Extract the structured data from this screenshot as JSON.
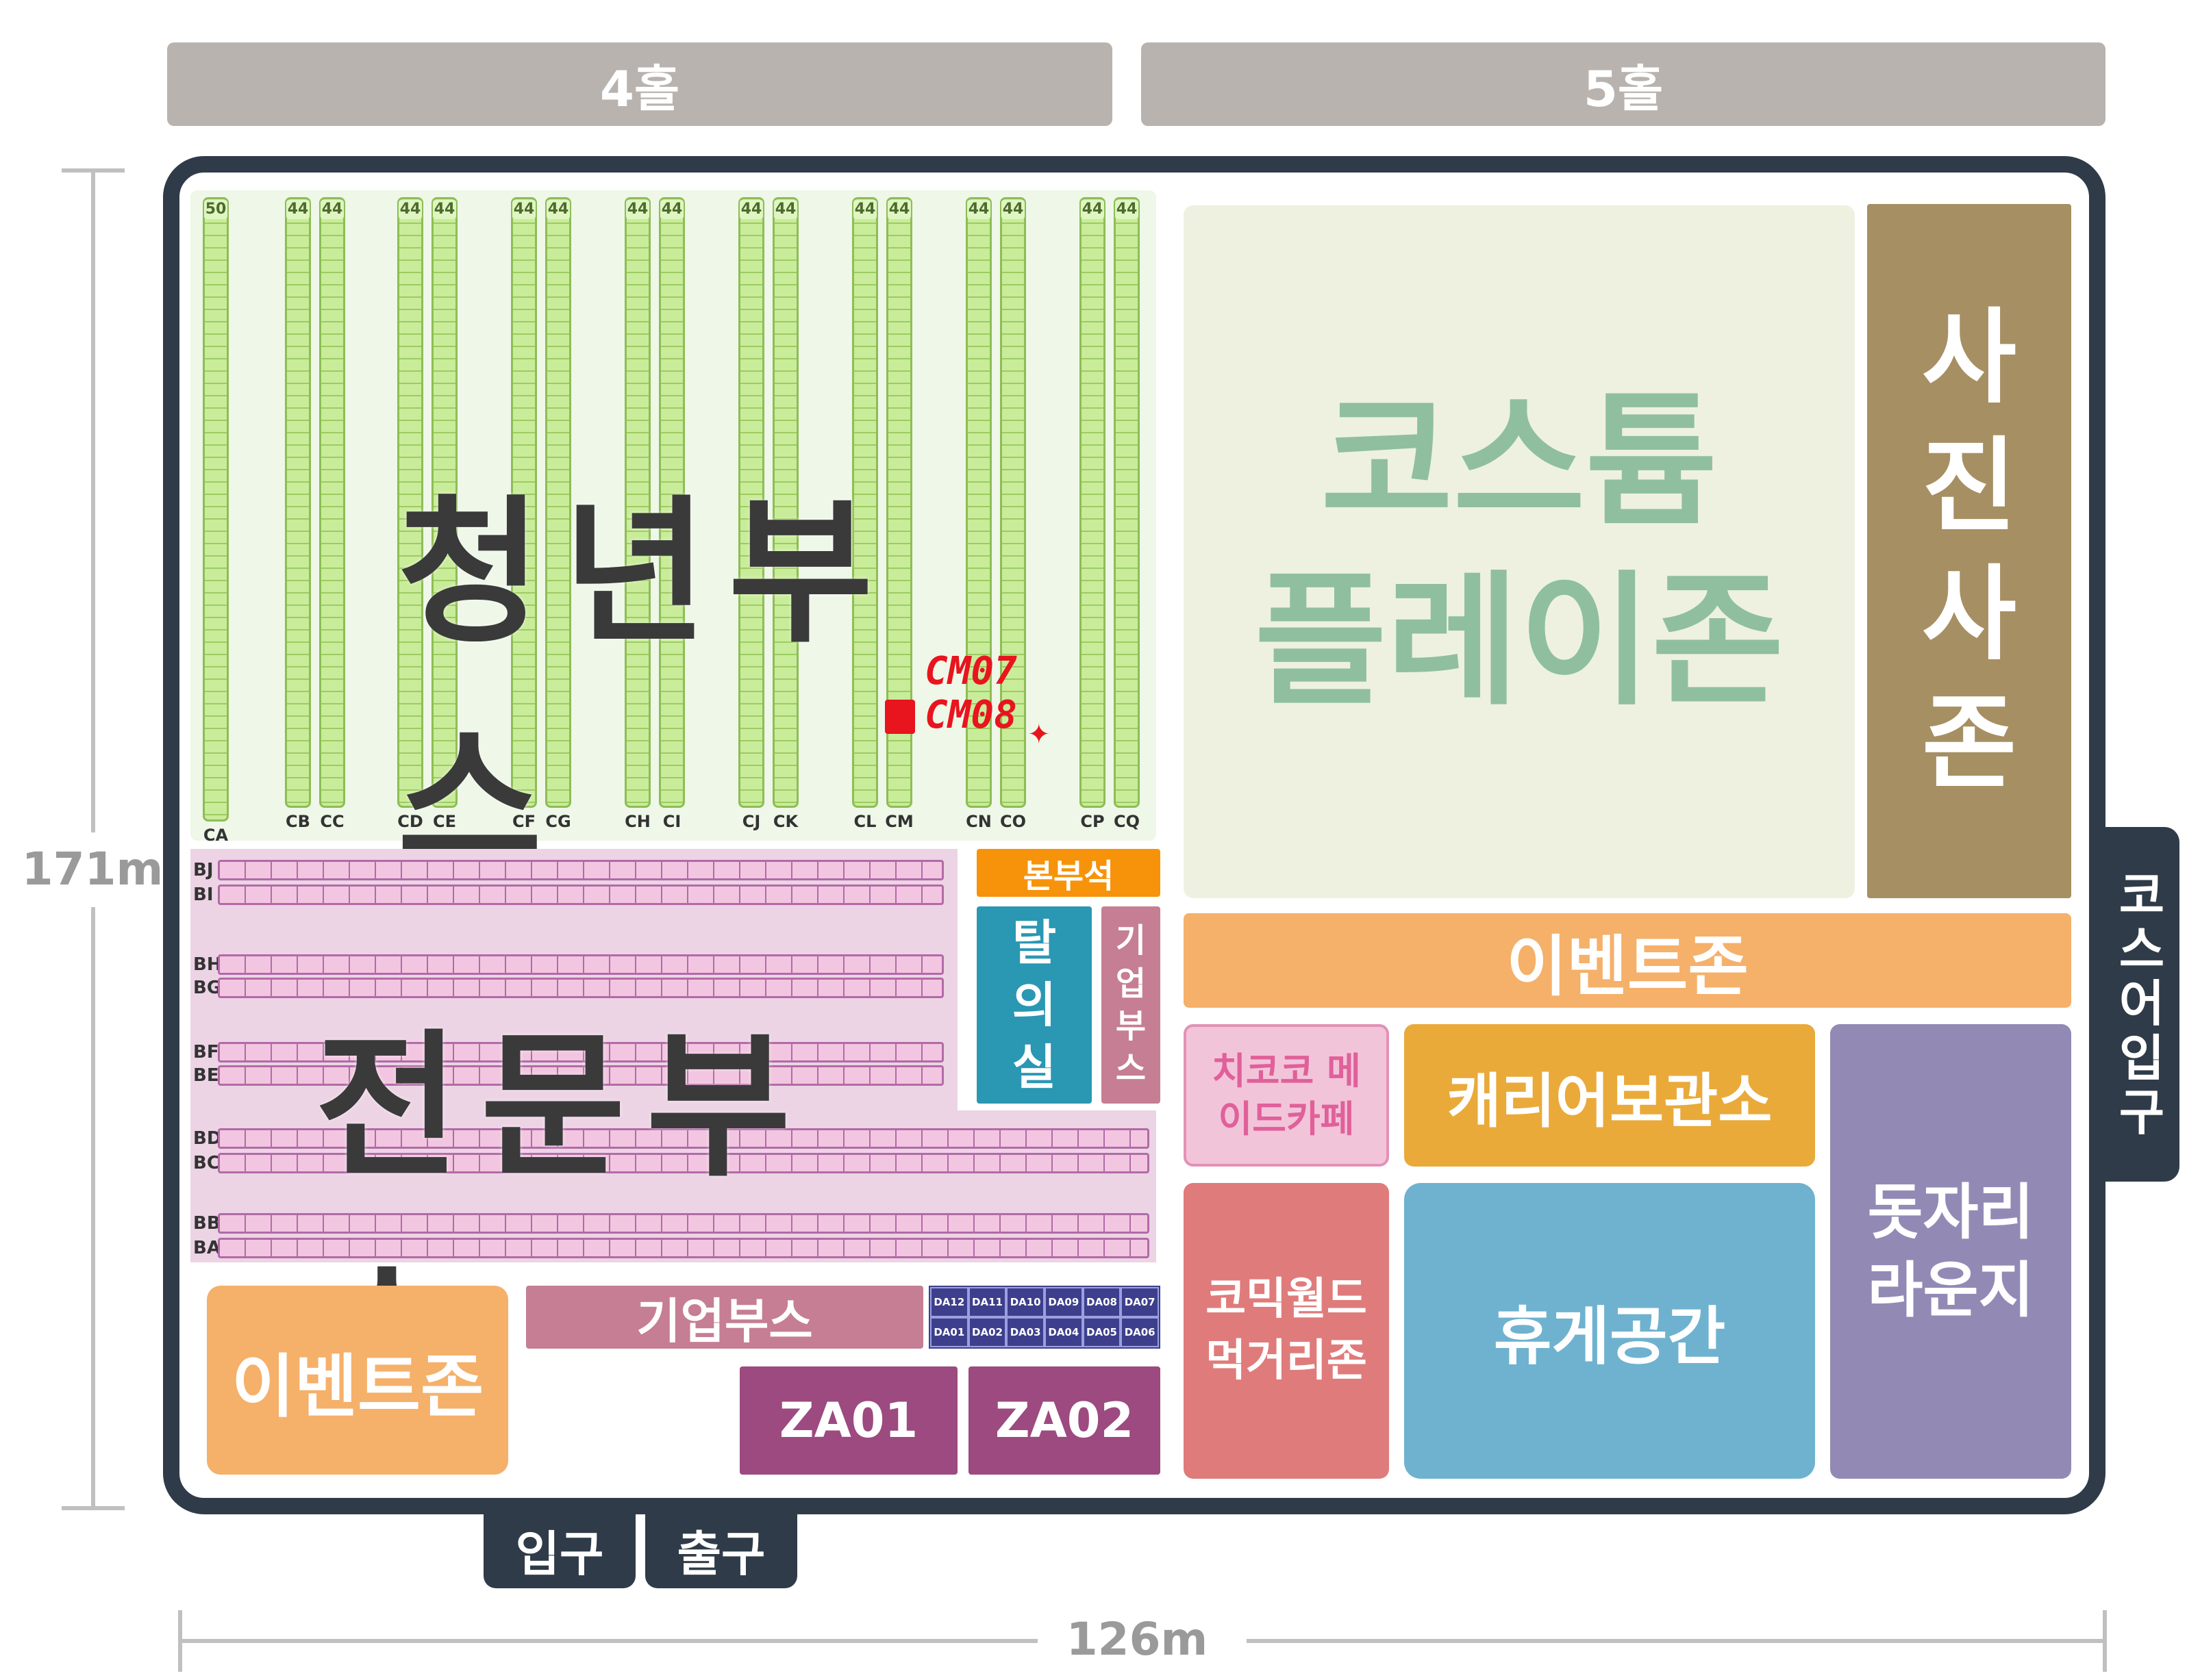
{
  "halls": {
    "hall4": "4홀",
    "hall5": "5홀"
  },
  "dimensions": {
    "height": "171m",
    "width": "126m"
  },
  "youth_booth": {
    "overlay_label": "청년부스",
    "col_a_count": "50",
    "col_count": "44",
    "column_labels": [
      "CA",
      "CB",
      "CC",
      "CD",
      "CE",
      "CF",
      "CG",
      "CH",
      "CI",
      "CJ",
      "CK",
      "CL",
      "CM",
      "CN",
      "CO",
      "CP",
      "CQ"
    ]
  },
  "marker": {
    "line1": "CM07",
    "line2": "CM08",
    "color": "#e8141e"
  },
  "pro_booth": {
    "overlay_label": "전문부스",
    "row_labels": [
      "BJ",
      "BI",
      "BH",
      "BG",
      "BF",
      "BE",
      "BD",
      "BC",
      "BB",
      "BA"
    ]
  },
  "zones": {
    "costume": "코스튬 플레이존",
    "photo": "사진사존",
    "main_booth": "본부석",
    "discussion": "탈의실",
    "corp_vertical": "기업부스",
    "event_right": "이벤트존",
    "chikoko": "치코코 메이드카페",
    "carrier": "캐리어보관소",
    "mat_lounge": "돗자리 라운지",
    "comic": "코믹월드 먹거리존",
    "rest": "휴게공간",
    "event_left": "이벤트존",
    "corp_horizontal": "기업부스",
    "za01": "ZA01",
    "za02": "ZA02"
  },
  "da_cells": {
    "top": [
      "DA12",
      "DA11",
      "DA10",
      "DA09",
      "DA08",
      "DA07"
    ],
    "bottom": [
      "DA01",
      "DA02",
      "DA03",
      "DA04",
      "DA05",
      "DA06"
    ]
  },
  "entrances": {
    "cosplayer": "코스어 입구",
    "entrance": "입구",
    "exit": "출구"
  },
  "colors": {
    "frame": "#2f3b48",
    "costume_bg": "#eef1e0",
    "costume_text": "#8fbf9f",
    "photo": "#a68f62",
    "orange": "#f5b06a",
    "main_booth": "#f7930b",
    "teal": "#2a97b3",
    "corp": "#c57e93",
    "chikoko": "#f2c4d9",
    "chikoko_text": "#e0609a",
    "carrier": "#e9aa3a",
    "lavender": "#928ab5",
    "comic": "#e07b7b",
    "rest": "#6fb2cf",
    "za": "#9c4a7f",
    "green_area": "#eef7e8",
    "pink_area": "#ecd4e4"
  }
}
